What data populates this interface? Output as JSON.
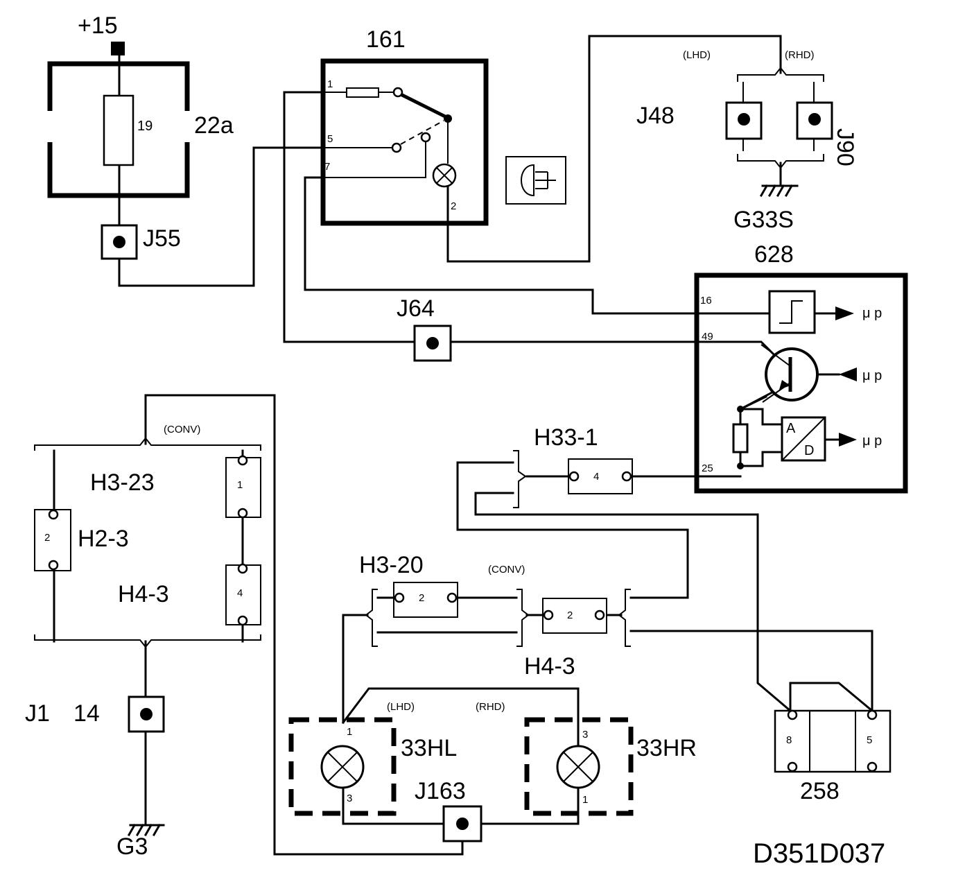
{
  "labels": {
    "supply": "+15",
    "fuse_box": "22a",
    "fuse": "19",
    "j55": "J55",
    "switch": "161",
    "pin_1": "1",
    "pin_5": "5",
    "pin_7": "7",
    "pin_2": "2",
    "j48": "J48",
    "lhd_top": "(LHD)",
    "rhd_top": "(RHD)",
    "j90": "J90",
    "g33s": "G33S",
    "ecu": "628",
    "ecu_pin_16": "16",
    "ecu_pin_49": "49",
    "ecu_pin_25": "25",
    "mu_p_1": "μ p",
    "mu_p_2": "μ p",
    "mu_p_3": "μ p",
    "adc_a": "A",
    "adc_d": "D",
    "j64": "J64",
    "conv_left": "(CONV)",
    "h3_23": "H3-23",
    "h2_3": "H2-3",
    "h4_3_left": "H4-3",
    "conn_h2_3_pin": "2",
    "conn_h3_23_pin": "1",
    "conn_h4_3_pin": "4",
    "h33_1": "H33-1",
    "conn_h33_1_pin": "4",
    "h3_20": "H3-20",
    "conv_mid": "(CONV)",
    "conn_h3_20_pin": "2",
    "conn_h4_3_mid_pin": "2",
    "h4_3_mid": "H4-3",
    "j1": "J1",
    "j1_num": "14",
    "g3": "G3",
    "lhd_bottom": "(LHD)",
    "rhd_bottom": "(RHD)",
    "lamp_left": "33HL",
    "lamp_right": "33HR",
    "lamp_left_pin_top": "1",
    "lamp_left_pin_bottom": "3",
    "lamp_right_pin_top": "3",
    "lamp_right_pin_bottom": "1",
    "j163": "J163",
    "conn_258": "258",
    "conn_258_pin_8": "8",
    "conn_258_pin_5": "5",
    "drawing_id": "D351D037"
  }
}
